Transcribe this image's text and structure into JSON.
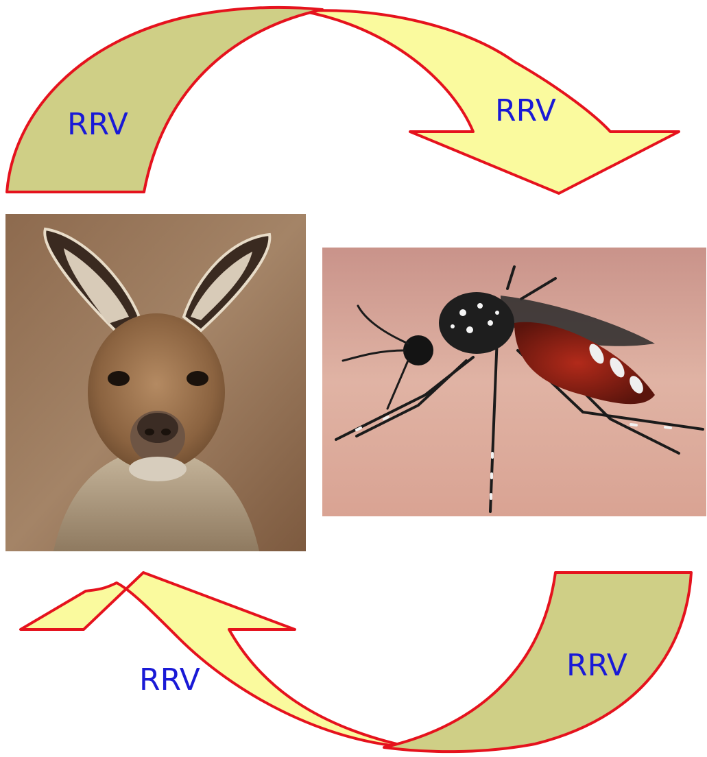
{
  "labels": {
    "arrow_top_left": "RRV",
    "arrow_top_right": "RRV",
    "arrow_bottom_left": "RRV",
    "arrow_bottom_right": "RRV"
  },
  "images": {
    "kangaroo": "kangaroo",
    "mosquito": "mosquito"
  },
  "colors": {
    "arrow_outline": "#e5121d",
    "arrow_fill_light": "#fafa9e",
    "arrow_fill_dark": "#cfcf86",
    "label_text": "#1a1ad6"
  }
}
